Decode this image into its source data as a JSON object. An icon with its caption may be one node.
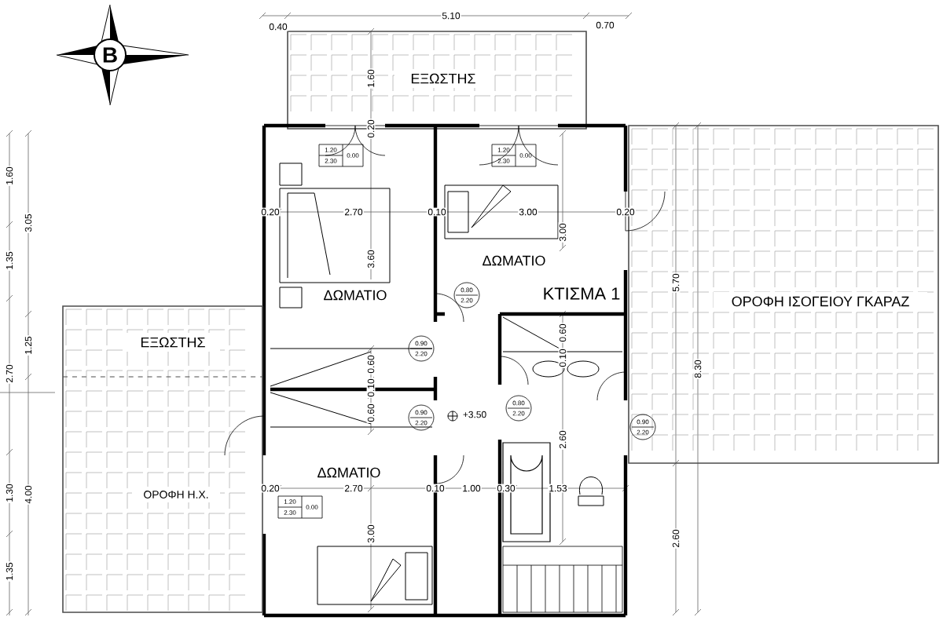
{
  "diagram": {
    "nodes": [
      {
        "text": [
          "B"
        ]
      },
      {
        "text": [
          "ΕΞΩΣΤΗΣ"
        ]
      },
      {
        "text": [
          "ΟΡΟΦΗ ΙΣΟΓΕΙΟΥ ΓΚΑΡΑΖ"
        ]
      },
      {
        "text": [
          "ΚΤΙΣΜΑ 1"
        ]
      },
      {
        "text": [
          "ΔΩΜΑΤΙΟ"
        ],
        "in": 3
      },
      {
        "text": [
          "ΔΩΜΑΤΙΟ"
        ],
        "in": 3
      },
      {
        "text": [
          "ΕΞΩΣΤΗΣ",
          "ΟΡΟΦΗ Η.Χ."
        ]
      },
      {
        "text": [
          "ΔΩΜΑΤΙΟ"
        ],
        "in": 3
      }
    ],
    "labels": [
      "0.40",
      "5.10",
      "0.70",
      "1.60",
      "1.35",
      "2.70",
      "1.30",
      "1.35",
      "3.05",
      "1.25",
      "4.00",
      "1.60",
      "0.20",
      "1.20",
      "2.30",
      "0.00",
      "1.20",
      "2.30",
      "0.00",
      "1.20",
      "2.30",
      "0.00",
      "0.20",
      "2.70",
      "0.10",
      "3.60",
      "3.00",
      "3.00",
      "0.20",
      "5.70",
      "8.30",
      "0.80",
      "2.20",
      "0.90",
      "2.20",
      "0.60",
      "0.10",
      "0.60",
      "0.60",
      "0.10",
      "0.90",
      "2.20",
      "+3.50",
      "0.80",
      "2.20",
      "0.90",
      "2.20",
      "2.60",
      "0.20",
      "2.70",
      "0.10",
      "1.00",
      "3.00",
      "0.30",
      "1.53",
      "2.60"
    ]
  }
}
